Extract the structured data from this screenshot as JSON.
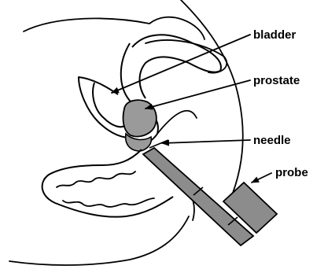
{
  "labels": {
    "bladder": "bladder",
    "prostate": "prostate",
    "needle": "needle",
    "probe": "probe"
  },
  "colors": {
    "line": "#000000",
    "prostate_fill": "#9a9a9a",
    "probe_fill": "#8c8c8c",
    "background": "#ffffff"
  }
}
